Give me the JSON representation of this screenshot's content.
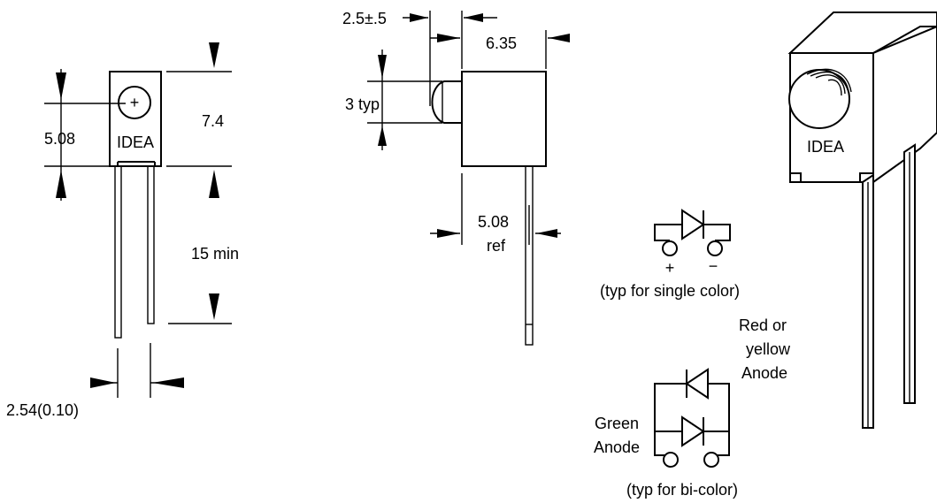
{
  "front_view": {
    "height_label": "5.08",
    "body_height_label": "7.4",
    "marking": "IDEA",
    "pin_sign": "+",
    "lead_length_label": "15 min",
    "pitch_label": "2.54(0.10)"
  },
  "side_view": {
    "lens_offset_label": "2.5±.5",
    "body_depth_label": "6.35",
    "lens_label": "3 typ",
    "lead_ref_value": "5.08",
    "lead_ref_unit": "ref"
  },
  "iso_view": {
    "marking": "IDEA"
  },
  "schematic_single": {
    "plus": "+",
    "minus": "−",
    "caption": "(typ for single color)"
  },
  "schematic_bicolor": {
    "red_line1": "Red or",
    "red_line2": "yellow",
    "red_line3": "Anode",
    "green_line1": "Green",
    "green_line2": "Anode",
    "caption": "(typ for bi-color)"
  }
}
